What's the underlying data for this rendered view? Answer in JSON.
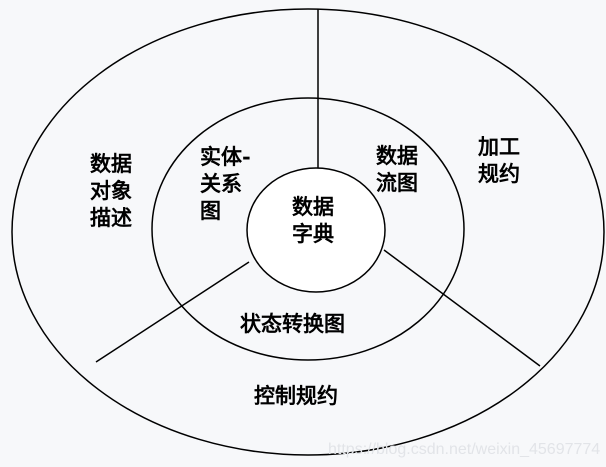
{
  "center": "数据\n字典",
  "inner": {
    "er": "实体-\n关系\n图",
    "dfd": "数据\n流图",
    "std": "状态转换图"
  },
  "outer": {
    "data_object": "数据\n对象\n描述",
    "process_spec": "加工\n规约",
    "control_spec": "控制规约"
  },
  "watermark": "https://blog.csdn.net/weixin_45697774"
}
